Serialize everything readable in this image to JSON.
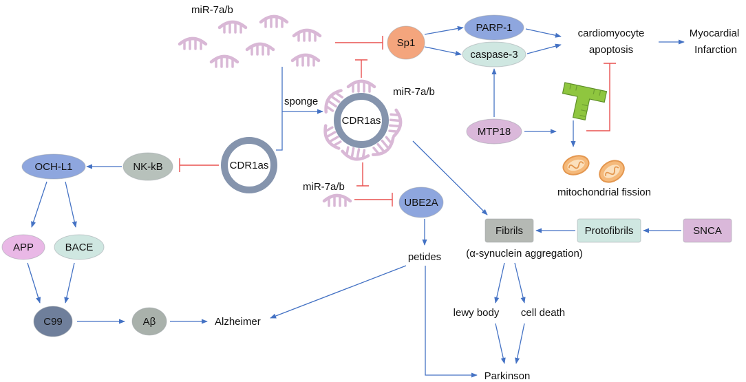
{
  "diagram": {
    "mir_top_label": "miR-7a/b",
    "sponge_label": "sponge",
    "cdr1as_right": "CDR1as",
    "mir_ring_label": "miR-7a/b",
    "sp1": "Sp1",
    "parp1": "PARP-1",
    "caspase3": "caspase-3",
    "cardiomyocyte": "cardiomyocyte",
    "apoptosis": "apoptosis",
    "myocardial": "Myocardial",
    "infarction": "Infarction",
    "mtp18": "MTP18",
    "mitochondrial_fission": "mitochondrial fission",
    "mir_lower_label": "miR-7a/b",
    "ube2a": "UBE2A",
    "petides": "petides",
    "fibrils": "Fibrils",
    "protofibrils": "Protofibrils",
    "snca": "SNCA",
    "aggregation": "(α-synuclein aggregation)",
    "lewy_body": "lewy body",
    "cell_death": "cell death",
    "parkinson": "Parkinson",
    "cdr1as_left": "CDR1as",
    "nkkb": "NK-kB",
    "ochl1": "OCH-L1",
    "app": "APP",
    "bace": "BACE",
    "c99": "C99",
    "abeta": "Aβ",
    "alzheimer": "Alzheimer"
  },
  "colors": {
    "arrow": "#4472c4",
    "inhibit": "#e8504f",
    "sp1": "#f4a57d",
    "parp1": "#8ea6de",
    "caspase3": "#cfe7e1",
    "mtp18": "#dab8da",
    "ube2a": "#8ea6de",
    "fibrils": "#b5b9b4",
    "protofibrils": "#cfe7e1",
    "snca": "#dab8da",
    "nkkb": "#b7c1bb",
    "ochl1": "#8ea6de",
    "app": "#e9b8e6",
    "bace": "#cfe7e1",
    "c99": "#6f7f9b",
    "abeta": "#a9b1ab",
    "cdr1as_ring": "#8594ad",
    "mirna": "#d9b8d6",
    "protein": "#8fc63f",
    "mitochondrion": "#f5b97a"
  },
  "icons": {
    "mirna": "mirna-icon",
    "protein": "protein-icon",
    "mitochondrion": "mitochondrion-icon",
    "circrna": "circrna-ring-icon"
  }
}
